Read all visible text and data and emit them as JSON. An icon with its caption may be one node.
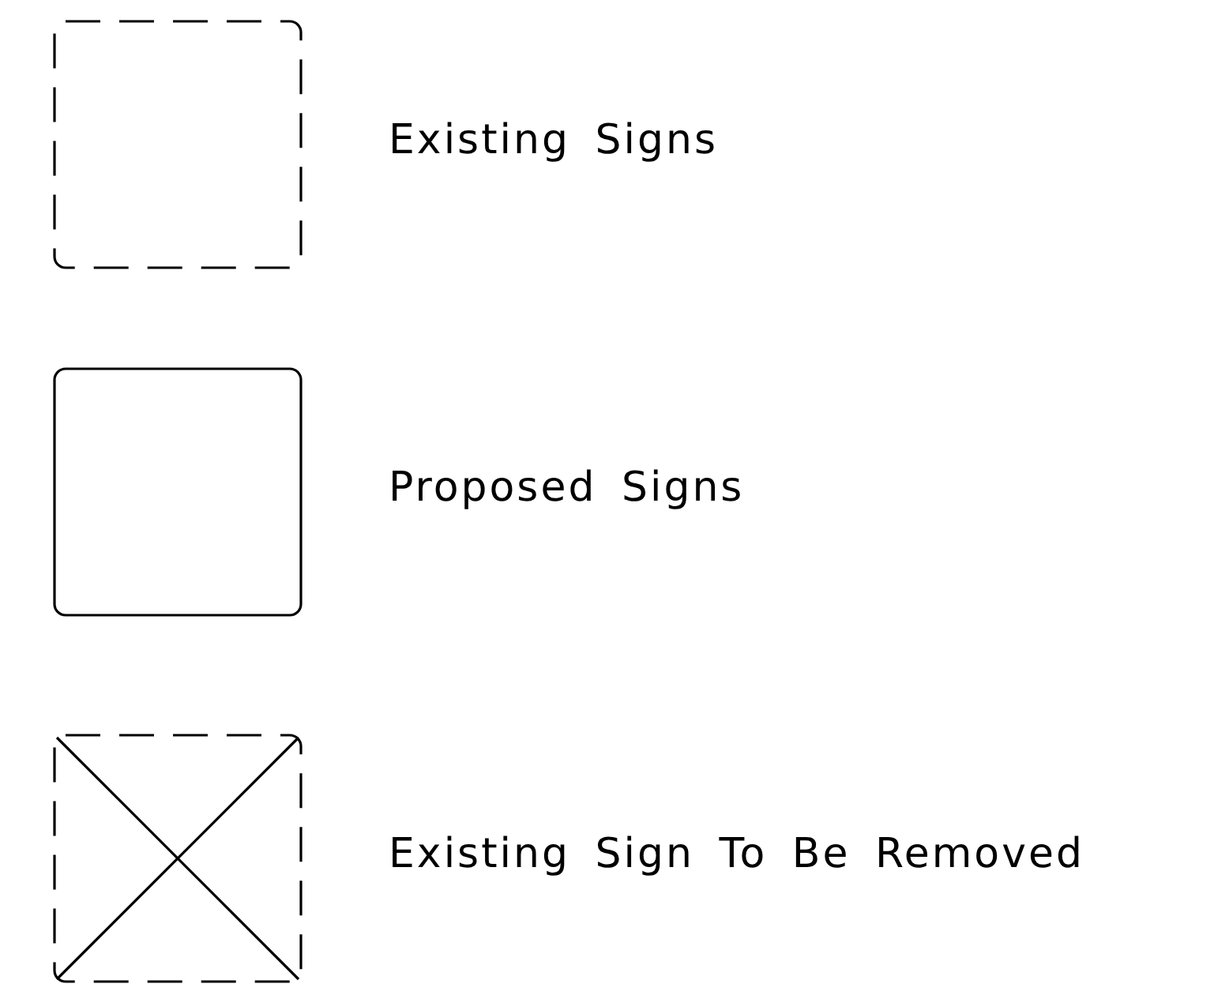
{
  "diagram": {
    "legend": [
      {
        "text": "Existing Signs"
      },
      {
        "text": "Proposed Signs"
      },
      {
        "text": "Existing Sign To Be Removed"
      }
    ]
  }
}
